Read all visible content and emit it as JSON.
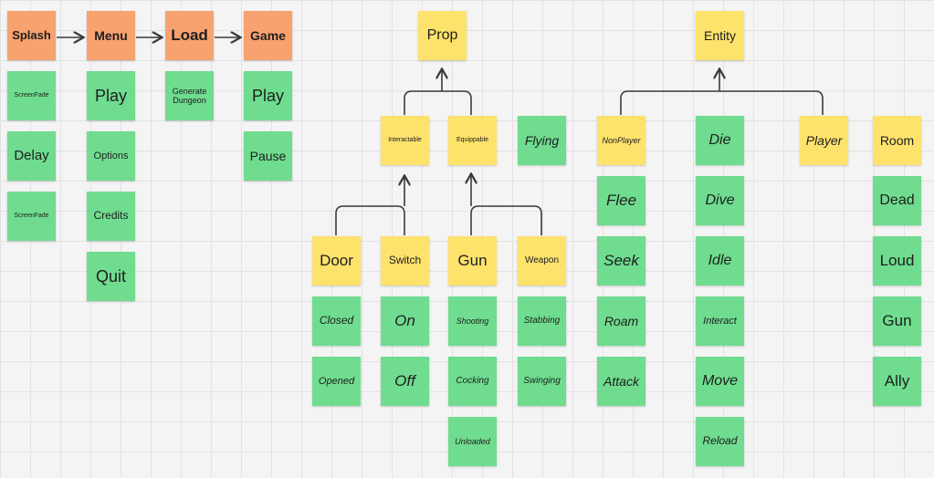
{
  "colors": {
    "orange": "#f7a26f",
    "yellow": "#fde26c",
    "green": "#6fdc8f",
    "connector": "#3a3a3a"
  },
  "flow": {
    "splash": "Splash",
    "menu": "Menu",
    "load": "Load",
    "game": "Game"
  },
  "splash_states": [
    "ScreenFade",
    "Delay",
    "ScreenFade"
  ],
  "menu_states": [
    "Play",
    "Options",
    "Credits",
    "Quit"
  ],
  "load_states": [
    "Generate Dungeon"
  ],
  "game_states": [
    "Play",
    "Pause"
  ],
  "prop": {
    "title": "Prop",
    "interactable": "Interactable",
    "equippable": "Equippable",
    "flying": "Flying",
    "door": {
      "title": "Door",
      "states": [
        "Closed",
        "Opened"
      ]
    },
    "switch": {
      "title": "Switch",
      "states": [
        "On",
        "Off"
      ]
    },
    "gun": {
      "title": "Gun",
      "states": [
        "Shooting",
        "Cocking",
        "Unloaded"
      ]
    },
    "weapon": {
      "title": "Weapon",
      "states": [
        "Stabbing",
        "Swinging"
      ]
    }
  },
  "entity": {
    "title": "Entity",
    "nonplayer": {
      "title": "NonPlayer",
      "states": [
        "Flee",
        "Seek",
        "Roam",
        "Attack"
      ]
    },
    "player": "Player",
    "states": [
      "Die",
      "Dive",
      "Idle",
      "Interact",
      "Move",
      "Reload"
    ]
  },
  "room": {
    "title": "Room",
    "states": [
      "Dead",
      "Loud",
      "Gun",
      "Ally"
    ]
  }
}
